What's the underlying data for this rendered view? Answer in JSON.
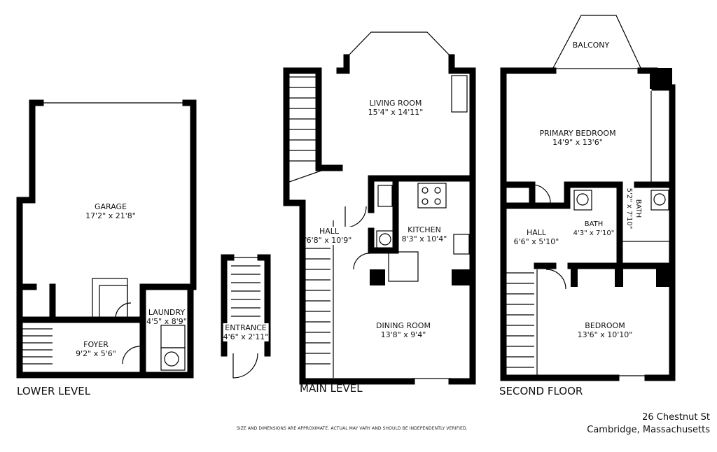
{
  "levels": {
    "lower": {
      "title": "LOWER LEVEL",
      "rooms": [
        {
          "name": "GARAGE",
          "dims": "17'2\" x 21'8\""
        },
        {
          "name": "LAUNDRY",
          "dims": "4'5\" x 8'9\""
        },
        {
          "name": "FOYER",
          "dims": "9'2\" x 5'6\""
        }
      ]
    },
    "entrance": {
      "name": "ENTRANCE",
      "dims": "4'6\" x 2'11\""
    },
    "main": {
      "title": "MAIN LEVEL",
      "rooms": [
        {
          "name": "LIVING ROOM",
          "dims": "15'4\" x 14'11\""
        },
        {
          "name": "HALL",
          "dims": "6'8\" x 10'9\""
        },
        {
          "name": "KITCHEN",
          "dims": "8'3\" x 10'4\""
        },
        {
          "name": "DINING ROOM",
          "dims": "13'8\" x 9'4\""
        }
      ]
    },
    "second": {
      "title": "SECOND FLOOR",
      "rooms": [
        {
          "name": "BALCONY",
          "dims": ""
        },
        {
          "name": "PRIMARY BEDROOM",
          "dims": "14'9\" x 13'6\""
        },
        {
          "name": "HALL",
          "dims": "6'6\" x 5'10\""
        },
        {
          "name": "BATH",
          "dims": "4'3\" x 7'10\""
        },
        {
          "name": "BATH",
          "dims": "5'2\" x 7'10\""
        },
        {
          "name": "BEDROOM",
          "dims": "13'6\" x 10'10\""
        }
      ]
    }
  },
  "disclaimer": "SIZE AND DIMENSIONS ARE APPROXIMATE. ACTUAL MAY VARY AND SHOULD BE INDEPENDENTLY VERIFIED.",
  "address": {
    "line1": "26 Chestnut St",
    "line2": "Cambridge, Massachusetts"
  }
}
